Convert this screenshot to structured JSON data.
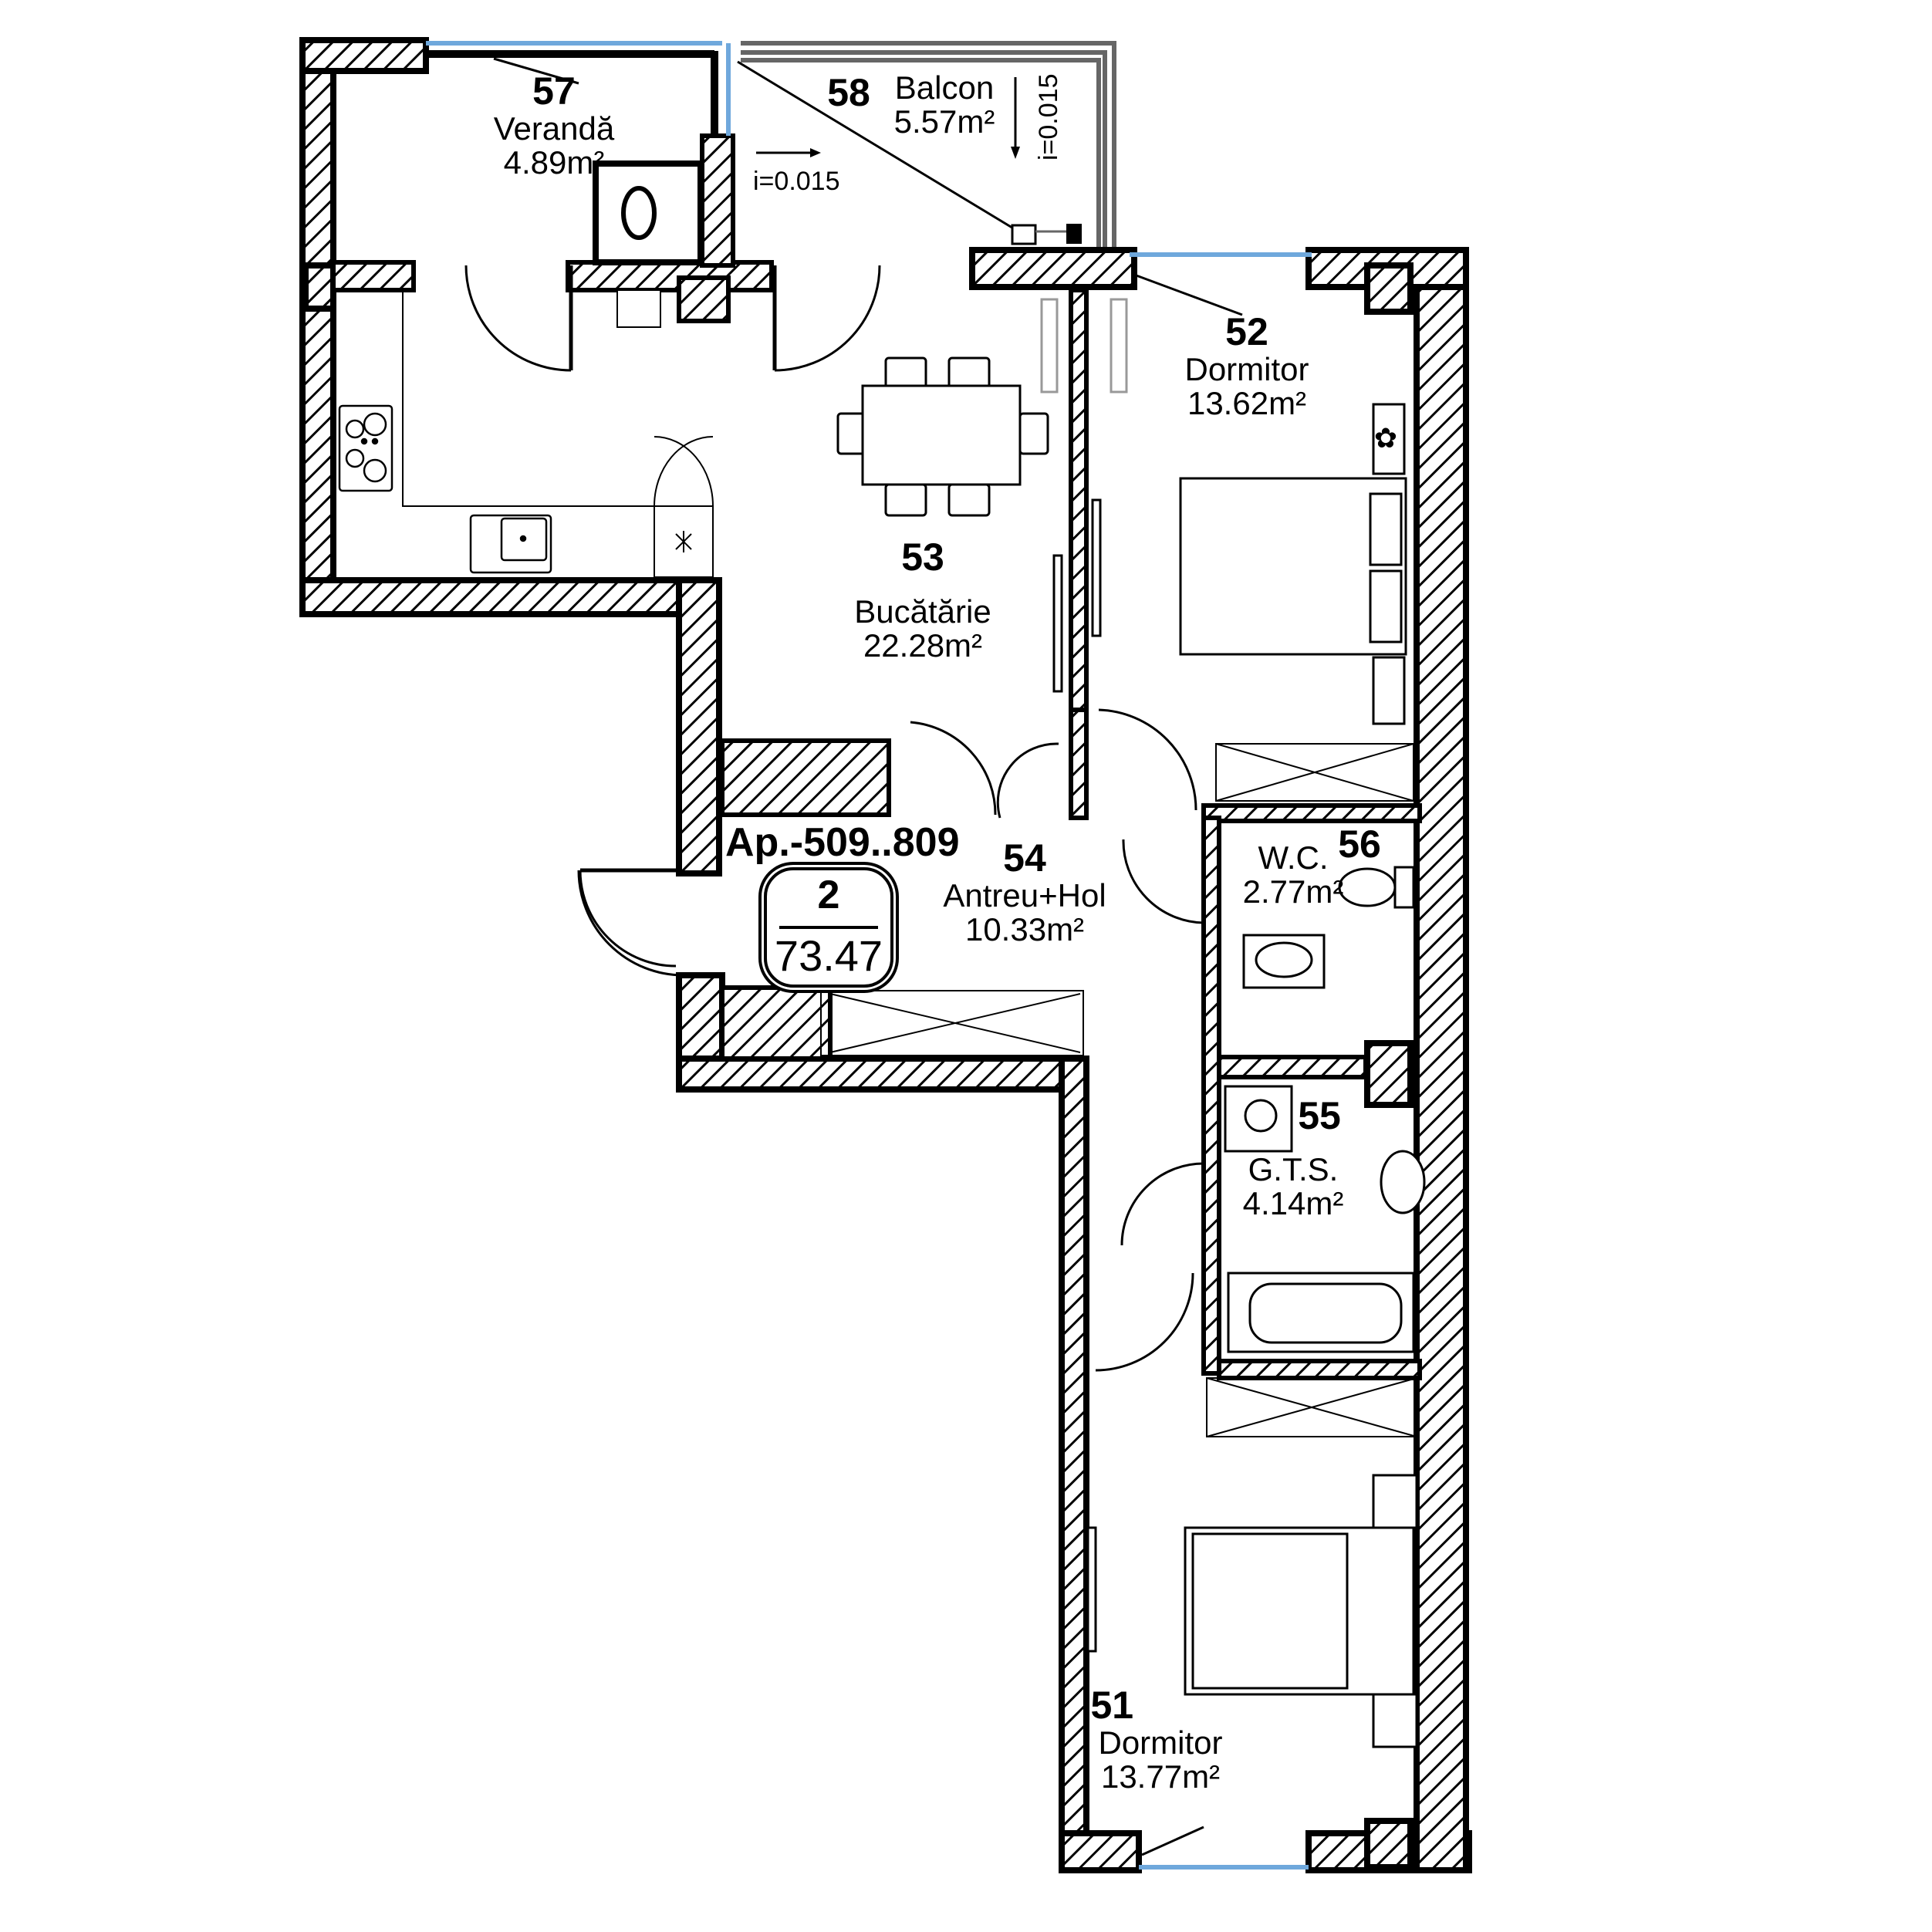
{
  "plan": {
    "apartment_code": "Ap.-509..809",
    "apartment_rooms": "2",
    "apartment_total_area": "73.47",
    "colors": {
      "wall": "#000000",
      "glazing": "#6fa8dc",
      "balcony_rail": "#666666",
      "background": "#ffffff"
    }
  },
  "rooms": [
    {
      "number": "51",
      "name": "Dormitor",
      "area": "13.77m²"
    },
    {
      "number": "52",
      "name": "Dormitor",
      "area": "13.62m²"
    },
    {
      "number": "53",
      "name": "Bucătărie",
      "area": "22.28m²"
    },
    {
      "number": "54",
      "name": "Antreu+Hol",
      "area": "10.33m²"
    },
    {
      "number": "55",
      "name": "G.T.S.",
      "area": "4.14m²"
    },
    {
      "number": "56",
      "name": "W.C.",
      "area": "2.77m²"
    },
    {
      "number": "57",
      "name": "Verandă",
      "area": "4.89m²"
    },
    {
      "number": "58",
      "name": "Balcon",
      "area": "5.57m²"
    }
  ],
  "annotations": {
    "slope_horizontal": "i=0.015",
    "slope_vertical": "i=0.015"
  },
  "fixtures": [
    "stove-icon",
    "sink-icon",
    "fridge-icon",
    "dining-table-icon",
    "double-bed-icon",
    "wardrobe-icon",
    "toilet-icon",
    "washbasin-icon",
    "bathtub-icon",
    "washing-machine-icon",
    "boiler-icon",
    "plant-icon"
  ]
}
